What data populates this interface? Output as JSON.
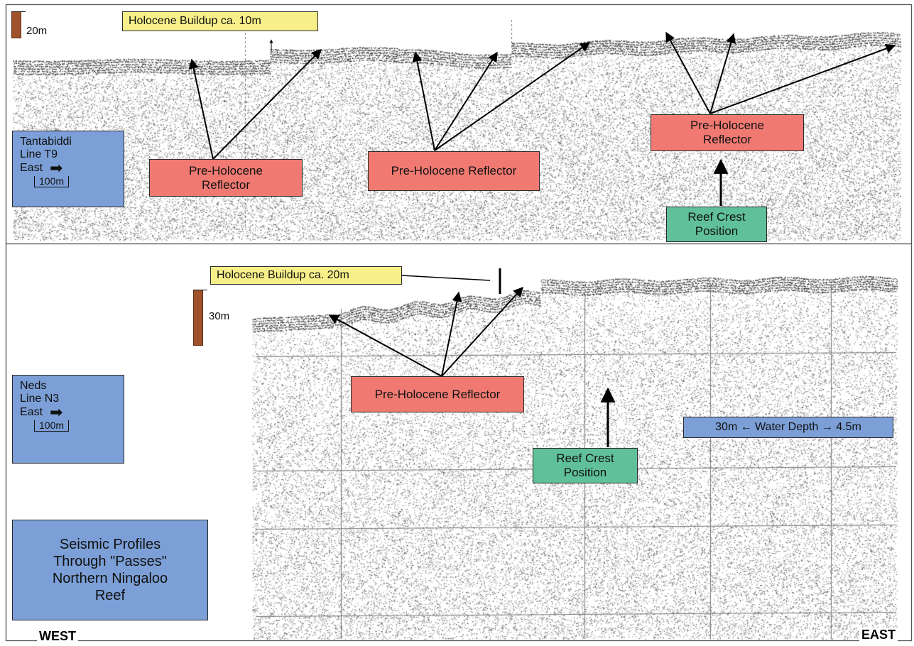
{
  "top_profile": {
    "scale_label": "20m",
    "buildup_label": "Holocene Buildup ca. 10m",
    "reflector_left": "Pre-Holocene\nReflector",
    "reflector_middle": "Pre-Holocene Reflector",
    "reflector_right": "Pre-Holocene\nReflector",
    "reef_crest": "Reef Crest\nPosition",
    "info": {
      "name": "Tantabiddi",
      "line": "Line T9",
      "direction": "East",
      "scale": "100m"
    }
  },
  "bottom_profile": {
    "scale_label": "30m",
    "buildup_label": "Holocene Buildup ca. 20m",
    "reflector": "Pre-Holocene Reflector",
    "reef_crest": "Reef Crest\nPosition",
    "water_depth": "30m ← Water Depth → 4.5m",
    "info": {
      "name": "Neds",
      "line": "Line N3",
      "direction": "East",
      "scale": "100m"
    }
  },
  "title": "Seismic Profiles\nThrough \"Passes\"\nNorthern Ningaloo\nReef",
  "compass": {
    "west": "WEST",
    "east": "EAST"
  },
  "colors": {
    "reflector": "#f07a72",
    "reef_crest": "#5fc09a",
    "buildup": "#f7f08a",
    "info": "#7b9fd6",
    "scale_bar": "#a0522d"
  }
}
